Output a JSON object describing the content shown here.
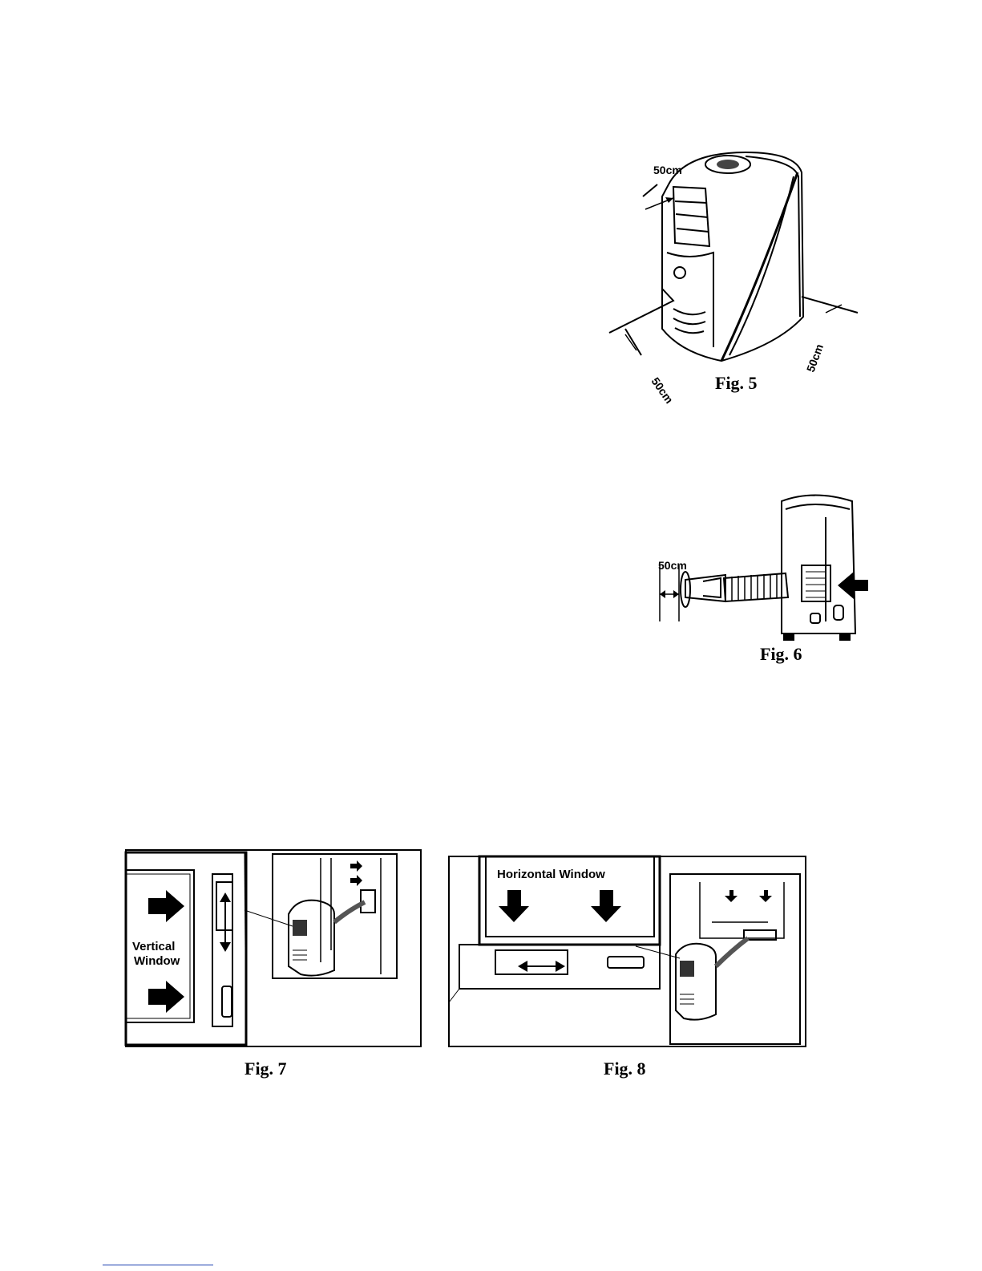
{
  "fig5": {
    "caption": "Fig. 5",
    "label_top": "50cm",
    "label_left": "50cm",
    "label_right": "50cm"
  },
  "fig6": {
    "caption": "Fig. 6",
    "label": "50cm"
  },
  "fig7": {
    "caption": "Fig. 7",
    "window_label_line1": "Vertical",
    "window_label_line2": "Window"
  },
  "fig8": {
    "caption": "Fig. 8",
    "window_label": "Horizontal Window"
  }
}
